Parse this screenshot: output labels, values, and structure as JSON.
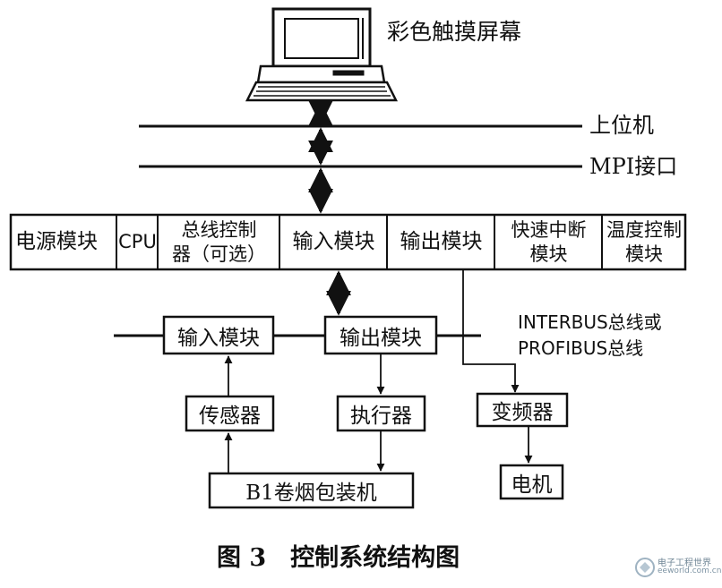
{
  "touchscreen_label": "彩色触摸屏幕",
  "host_label": "上位机",
  "mpi_label": "MPI接口",
  "plc_modules": [
    "电源模块",
    "CPU",
    "总线控制\n器（可选）",
    "输入模块",
    "输出模块",
    "快速中断\n模块",
    "温度控制\n模块"
  ],
  "remote_input": "输入模块",
  "remote_output": "输出模块",
  "fieldbus_label": "INTERBUS总线或\nPROFIBUS总线",
  "sensor": "传感器",
  "actuator": "执行器",
  "inverter": "变频器",
  "motor": "电机",
  "machine": "B1卷烟包装机",
  "caption": "图 3　控制系统结构图",
  "watermark": {
    "title": "电子工程世界",
    "url": "eeworld.com.cn"
  }
}
